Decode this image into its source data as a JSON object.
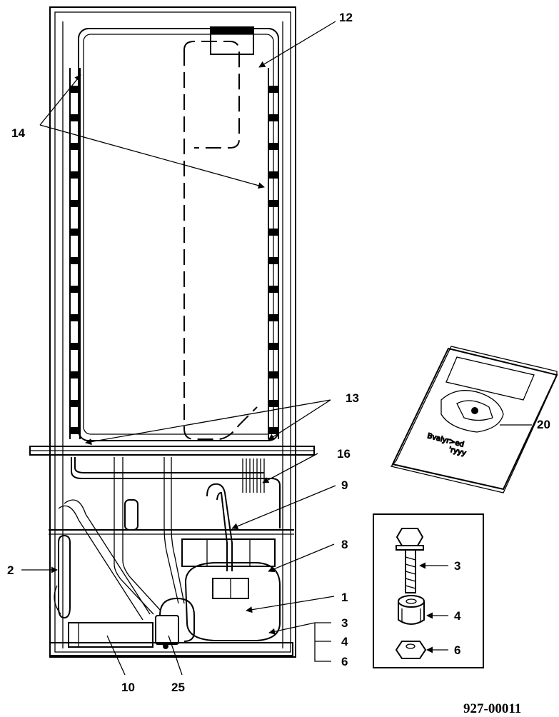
{
  "labels": {
    "l14": "14",
    "l12": "12",
    "l13": "13",
    "l16": "16",
    "l9": "9",
    "l8": "8",
    "l1": "1",
    "l3a": "3",
    "l4a": "4",
    "l6a": "6",
    "l2": "2",
    "l10": "10",
    "l25": "25",
    "l20": "20",
    "l3b": "3",
    "l4b": "4",
    "l6b": "6"
  },
  "manual_text": {
    "line1": "Bvaiyr>ed",
    "line2": "'ryyy"
  },
  "drawing_code": "927-00011"
}
